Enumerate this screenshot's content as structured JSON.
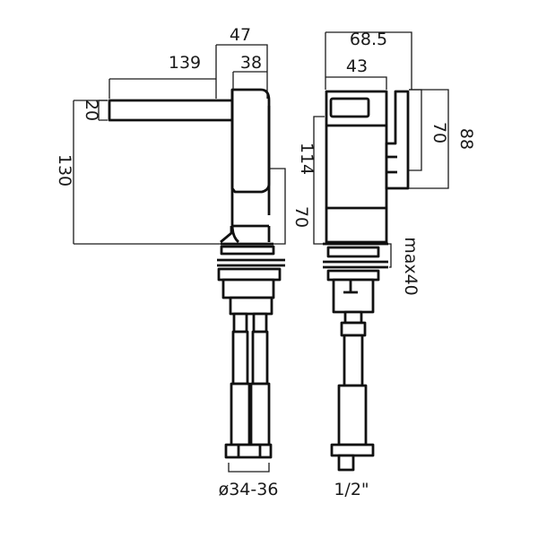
{
  "drawing": {
    "side_view": {
      "dim_overall_reach": "139",
      "dim_spout_outlet": "47",
      "dim_body_depth": "38",
      "dim_spout_thickness": "20",
      "dim_overall_height": "130",
      "dim_spout_height": "70"
    },
    "front_view": {
      "dim_handle_width": "68.5",
      "dim_body_width": "43",
      "dim_lever_span": "70",
      "dim_lever_total": "88",
      "dim_body_height": "114",
      "dim_max_deck": "max40"
    },
    "hole_diameter": "ø34-36",
    "connection_size": "1/2\""
  }
}
